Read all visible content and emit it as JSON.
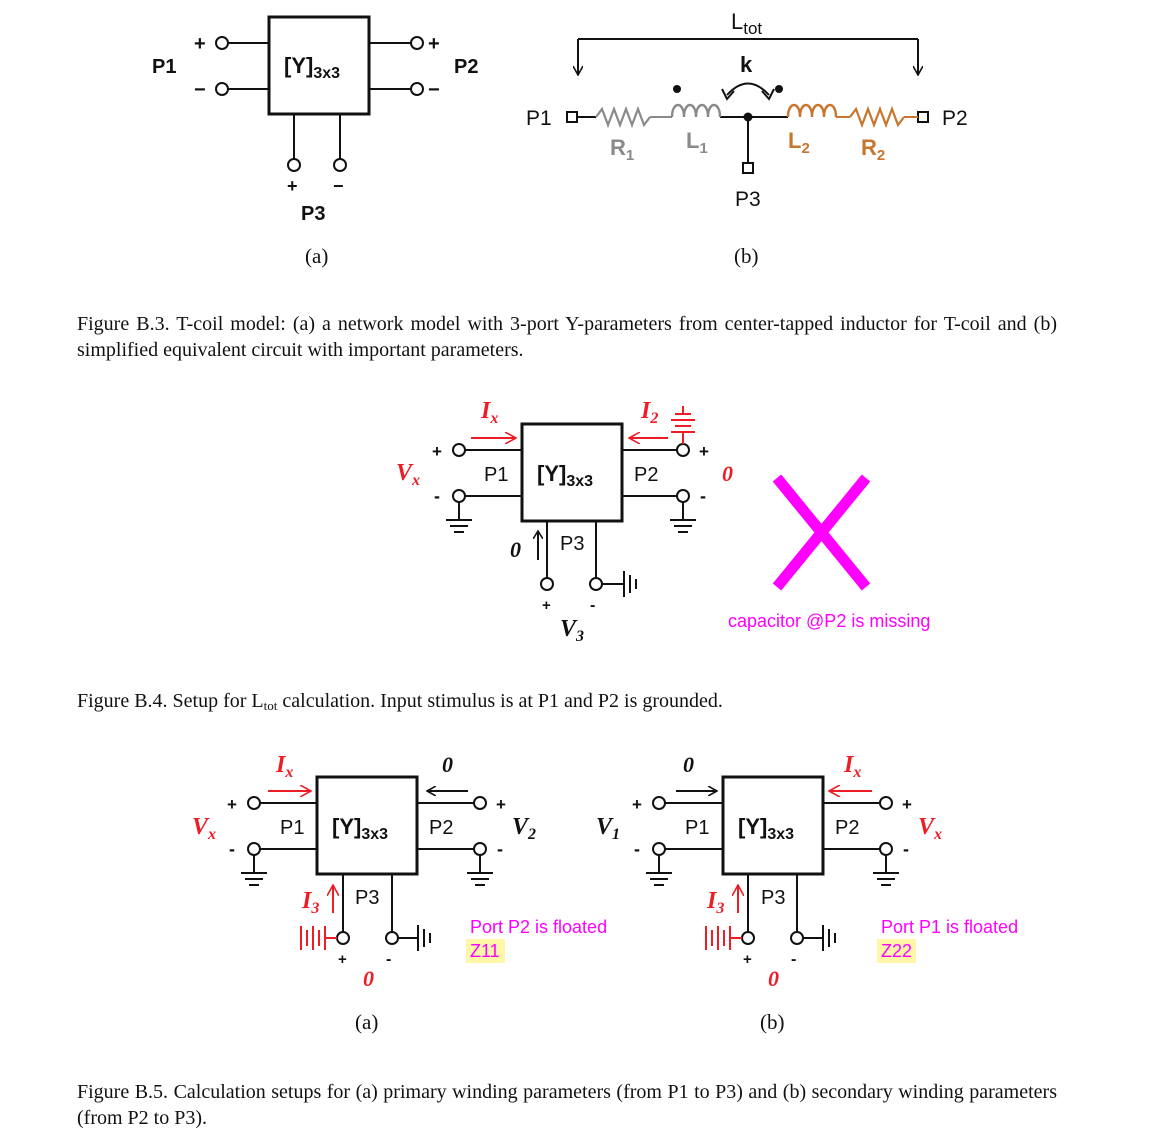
{
  "fig_b3": {
    "a": {
      "block_label": "[Y]",
      "block_sub": "3x3",
      "port1": "P1",
      "port2": "P2",
      "port3": "P3",
      "plus": "+",
      "minus": "−",
      "sublabel": "(a)"
    },
    "b": {
      "ltot_main": "L",
      "ltot_sub": "tot",
      "coupling": "k",
      "port1": "P1",
      "port2": "P2",
      "port3": "P3",
      "r1_main": "R",
      "r1_sub": "1",
      "l1_main": "L",
      "l1_sub": "1",
      "l2_main": "L",
      "l2_sub": "2",
      "r2_main": "R",
      "r2_sub": "2",
      "sublabel": "(b)",
      "colors": {
        "gray": "#8a8a8a",
        "orange": "#c8762e"
      }
    },
    "caption": "Figure B.3.  T-coil model: (a) a network model with 3-port Y-parameters from center-tapped inductor for T-coil and (b) simplified equivalent circuit with important parameters."
  },
  "fig_b4": {
    "block_label": "[Y]",
    "block_sub": "3x3",
    "p1": "P1",
    "p2": "P2",
    "p3": "P3",
    "ix_main": "I",
    "ix_sub": "x",
    "i2_main": "I",
    "i2_sub": "2",
    "vx_main": "V",
    "vx_sub": "x",
    "v3_main": "V",
    "v3_sub": "3",
    "zero": "0",
    "plus": "+",
    "minus": "-",
    "annotation": "capacitor @P2 is missing",
    "caption_before": "Figure B.4.  Setup for L",
    "caption_sub": "tot",
    "caption_after": " calculation. Input stimulus is at P1 and P2 is grounded.",
    "colors": {
      "red": "#ee1c25",
      "magenta": "#ff00ff"
    }
  },
  "fig_b5": {
    "a": {
      "block_label": "[Y]",
      "block_sub": "3x3",
      "p1": "P1",
      "p2": "P2",
      "p3": "P3",
      "ix_main": "I",
      "ix_sub": "x",
      "i3_main": "I",
      "i3_sub": "3",
      "vx_main": "V",
      "vx_sub": "x",
      "v2_main": "V",
      "v2_sub": "2",
      "zero": "0",
      "note": "Port P2 is floated",
      "tag": "Z11",
      "sublabel": "(a)"
    },
    "b": {
      "block_label": "[Y]",
      "block_sub": "3x3",
      "p1": "P1",
      "p2": "P2",
      "p3": "P3",
      "ix_main": "I",
      "ix_sub": "x",
      "i3_main": "I",
      "i3_sub": "3",
      "vx_main": "V",
      "vx_sub": "x",
      "v1_main": "V",
      "v1_sub": "1",
      "zero": "0",
      "note": "Port P1 is floated",
      "tag": "Z22",
      "sublabel": "(b)"
    },
    "plus": "+",
    "minus": "-",
    "caption": "Figure B.5.  Calculation setups for (a) primary winding parameters (from P1 to P3) and (b) secondary winding parameters (from P2 to P3).",
    "colors": {
      "red": "#ee1c25",
      "magenta": "#ff00ff",
      "highlight": "#fff6a8"
    }
  }
}
